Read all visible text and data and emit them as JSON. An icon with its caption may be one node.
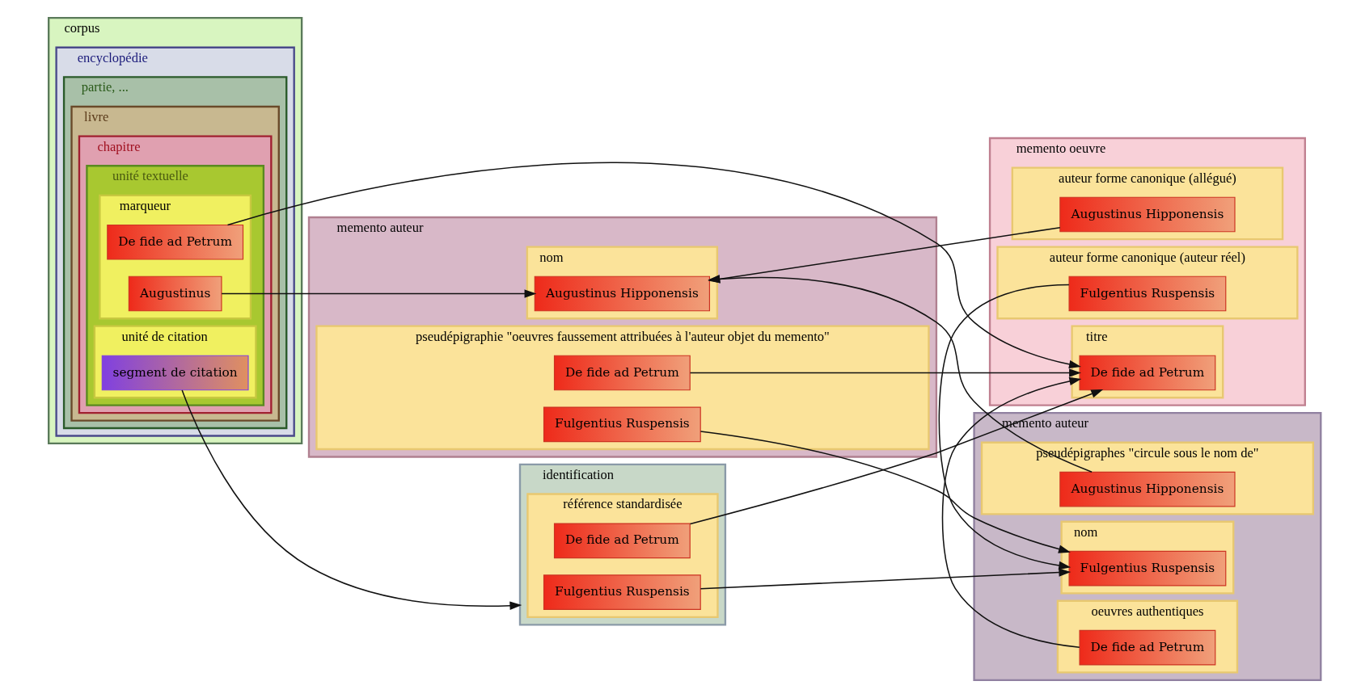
{
  "diagram": {
    "nodes": [
      {
        "text": [
          "corpus"
        ]
      },
      {
        "text": [
          "encyclopédie"
        ],
        "in": 0
      },
      {
        "text": [
          "partie, ..."
        ],
        "in": 1
      },
      {
        "text": [
          "livre"
        ],
        "in": 2
      },
      {
        "text": [
          "chapitre"
        ],
        "in": 3
      },
      {
        "text": [
          "unité textuelle"
        ],
        "in": 4
      },
      {
        "text": [
          "marqueur"
        ],
        "in": 5
      },
      {
        "text": [
          "Augustinus"
        ],
        "in": 6
      },
      {
        "text": [
          "De fide ad Petrum"
        ],
        "in": 6
      },
      {
        "text": [
          "unité de citation"
        ],
        "in": 5
      },
      {
        "text": [
          "segment de citation"
        ],
        "in": 9
      },
      {
        "text": [
          "identification"
        ]
      },
      {
        "text": [
          "référence standardisée"
        ],
        "in": 11
      },
      {
        "text": [
          "Fulgentius Ruspensis"
        ],
        "in": 12
      },
      {
        "text": [
          "De fide ad Petrum"
        ],
        "in": 12
      },
      {
        "text": [
          "memento auteur"
        ]
      },
      {
        "text": [
          "nom"
        ],
        "in": 15
      },
      {
        "text": [
          "Augustinus Hipponensis"
        ],
        "in": 16
      },
      {
        "text": [
          "pseudépigraphie \"oeuvres faussement attribuées à l'auteur objet du memento\""
        ],
        "in": 15
      },
      {
        "text": [
          "De fide ad Petrum"
        ],
        "in": 18
      },
      {
        "text": [
          "Fulgentius Ruspensis"
        ],
        "in": 18
      },
      {
        "text": [
          "memento oeuvre"
        ]
      },
      {
        "text": [
          "auteur forme canonique (allégué)"
        ],
        "in": 21
      },
      {
        "text": [
          "Augustinus Hipponensis"
        ],
        "in": 22
      },
      {
        "text": [
          "auteur forme canonique (auteur réel)"
        ],
        "in": 21
      },
      {
        "text": [
          "Fulgentius Ruspensis"
        ],
        "in": 24
      },
      {
        "text": [
          "titre"
        ],
        "in": 21
      },
      {
        "text": [
          "De fide ad Petrum"
        ],
        "in": 26
      },
      {
        "text": [
          "memento auteur"
        ]
      },
      {
        "text": [
          "nom"
        ],
        "in": 28
      },
      {
        "text": [
          "Fulgentius Ruspensis"
        ],
        "in": 29
      },
      {
        "text": [
          "pseudépigraphes \"circule sous le nom de\""
        ],
        "in": 28
      },
      {
        "text": [
          "Augustinus Hipponensis"
        ],
        "in": 31
      },
      {
        "text": [
          "oeuvres authentiques"
        ],
        "in": 28
      },
      {
        "text": [
          "De fide ad Petrum"
        ],
        "in": 33
      }
    ],
    "edges": [
      {
        "from": 7,
        "to": 17,
        "arrow": "to"
      },
      {
        "from": 8,
        "to": 27,
        "arrow": "to"
      },
      {
        "from": 10,
        "to": 11,
        "arrow": "to"
      },
      {
        "from": 13,
        "to": 30,
        "arrow": "to"
      },
      {
        "from": 14,
        "to": 27,
        "arrow": "to"
      },
      {
        "from": 19,
        "to": 27,
        "arrow": "to"
      },
      {
        "from": 20,
        "to": 30,
        "arrow": "to"
      },
      {
        "from": 23,
        "to": 17,
        "arrow": "to"
      },
      {
        "from": 25,
        "to": 30,
        "arrow": "to"
      },
      {
        "from": 32,
        "to": 17,
        "arrow": "to"
      },
      {
        "from": 34,
        "to": 27,
        "arrow": "to"
      }
    ]
  }
}
